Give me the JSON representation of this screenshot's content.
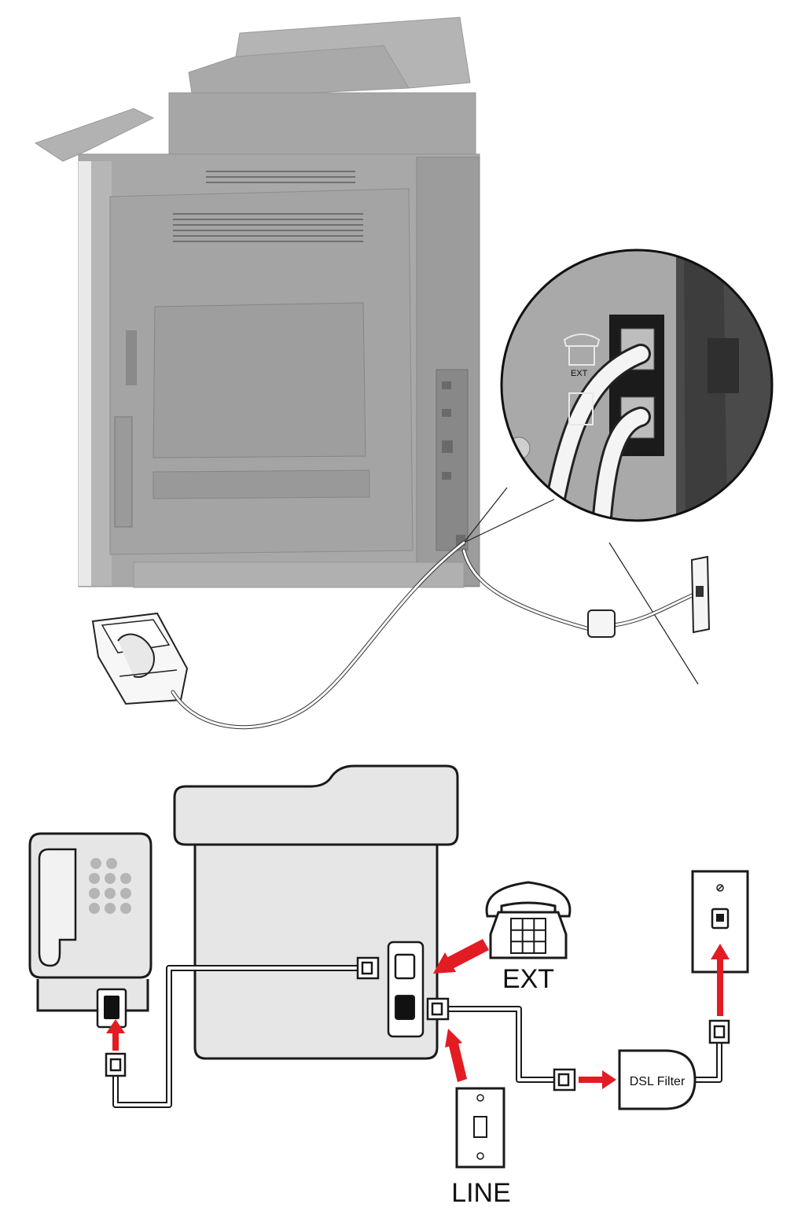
{
  "labels": {
    "ext": "EXT",
    "dsl_filter": "DSL Filter",
    "line": "LINE",
    "port_ext_small": "EXT"
  },
  "colors": {
    "printer_body": "#a8a8a8",
    "printer_shadow": "#8f8f8f",
    "printer_dark": "#7a7a7a",
    "diagram_fill": "#e6e6e6",
    "outline": "#1a1a1a",
    "arrow_red": "#e31b23",
    "cable": "#ffffff"
  },
  "icons": {
    "telephone": "telephone-icon",
    "wall_jack": "wall-jack-icon",
    "rj11_plug": "rj11-plug-icon",
    "fax_machine": "fax-machine-icon",
    "arrow": "red-arrow-icon"
  }
}
